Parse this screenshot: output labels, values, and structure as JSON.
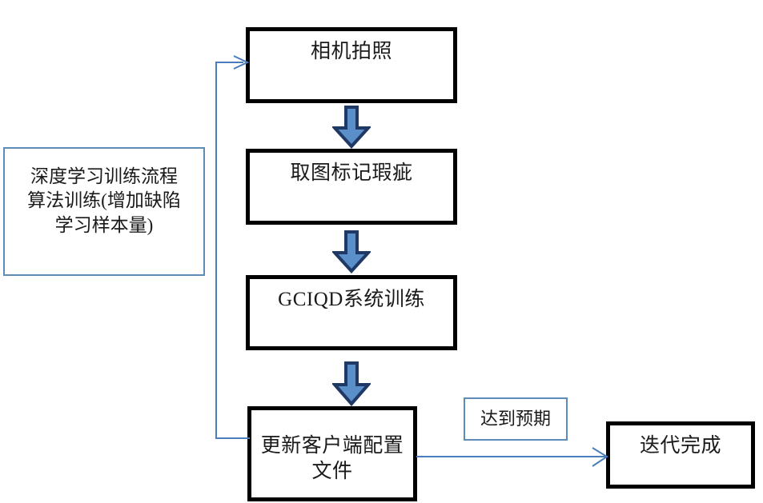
{
  "diagram": {
    "title": "深度学习训练流程",
    "colors": {
      "node_border": "#000000",
      "note_border": "#5b8db8",
      "connector": "#4a7ebb",
      "arrow_fill": "#5b8fc9",
      "arrow_stroke": "#1f3864",
      "background": "#ffffff",
      "text": "#1a1a1a"
    },
    "sidebar_note": {
      "heading": "深度学习训练流程",
      "body_line1": "算法训练(增加缺陷",
      "body_line2": "学习样本量)"
    },
    "nodes": [
      {
        "id": "camera",
        "label": "相机拍照"
      },
      {
        "id": "annotate",
        "label": "取图标记瑕疵"
      },
      {
        "id": "train",
        "label": "GCIQD系统训练"
      },
      {
        "id": "update_config_line1",
        "label": "更新客户端配置"
      },
      {
        "id": "update_config_line2",
        "label": "文件"
      },
      {
        "id": "done",
        "label": "迭代完成"
      }
    ],
    "edge_labels": [
      {
        "id": "expected",
        "label": "达到预期"
      }
    ],
    "connectors": [
      {
        "id": "feedback-loop",
        "from": "update_config",
        "to": "camera",
        "style": "elbow-arrow"
      },
      {
        "id": "to-done",
        "from": "update_config",
        "to": "done",
        "style": "straight-arrow"
      },
      {
        "id": "camera-to-annotate",
        "style": "block-arrow-down"
      },
      {
        "id": "annotate-to-train",
        "style": "block-arrow-down"
      },
      {
        "id": "train-to-update",
        "style": "block-arrow-down"
      }
    ]
  }
}
